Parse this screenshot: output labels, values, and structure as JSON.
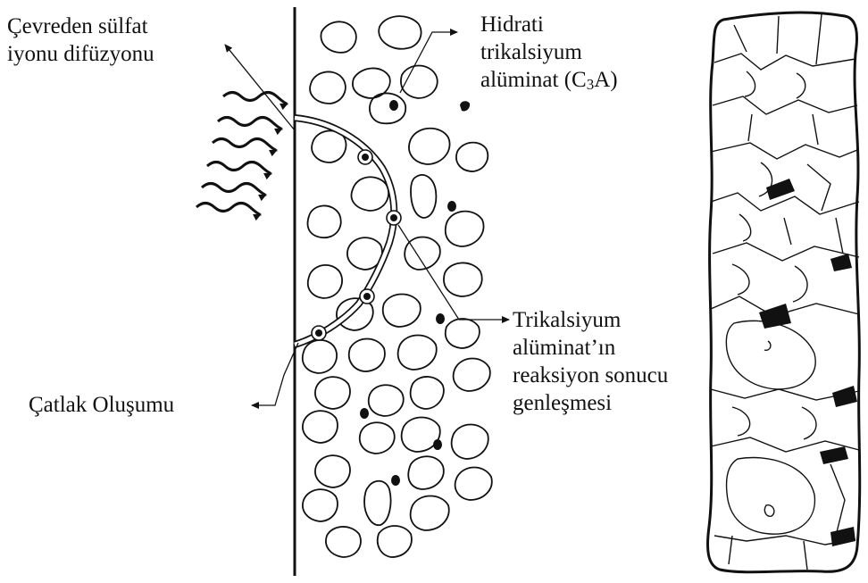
{
  "labels": {
    "sulfate_diffusion": [
      "Çevreden sülfat",
      "iyonu difüzyonu"
    ],
    "hydrated_c3a": {
      "line1": "Hidrati",
      "line2": "trikalsiyum",
      "line3_text": "alüminat (C",
      "line3_sub": "3",
      "line3_end": "A)"
    },
    "c3a_expansion": [
      "Trikalsiyum",
      "alüminat’ın",
      "reaksiyon sonucu",
      "genleşmesi"
    ],
    "crack_formation": "Çatlak Oluşumu"
  },
  "colors": {
    "ink": "#111111",
    "background": "#ffffff"
  }
}
